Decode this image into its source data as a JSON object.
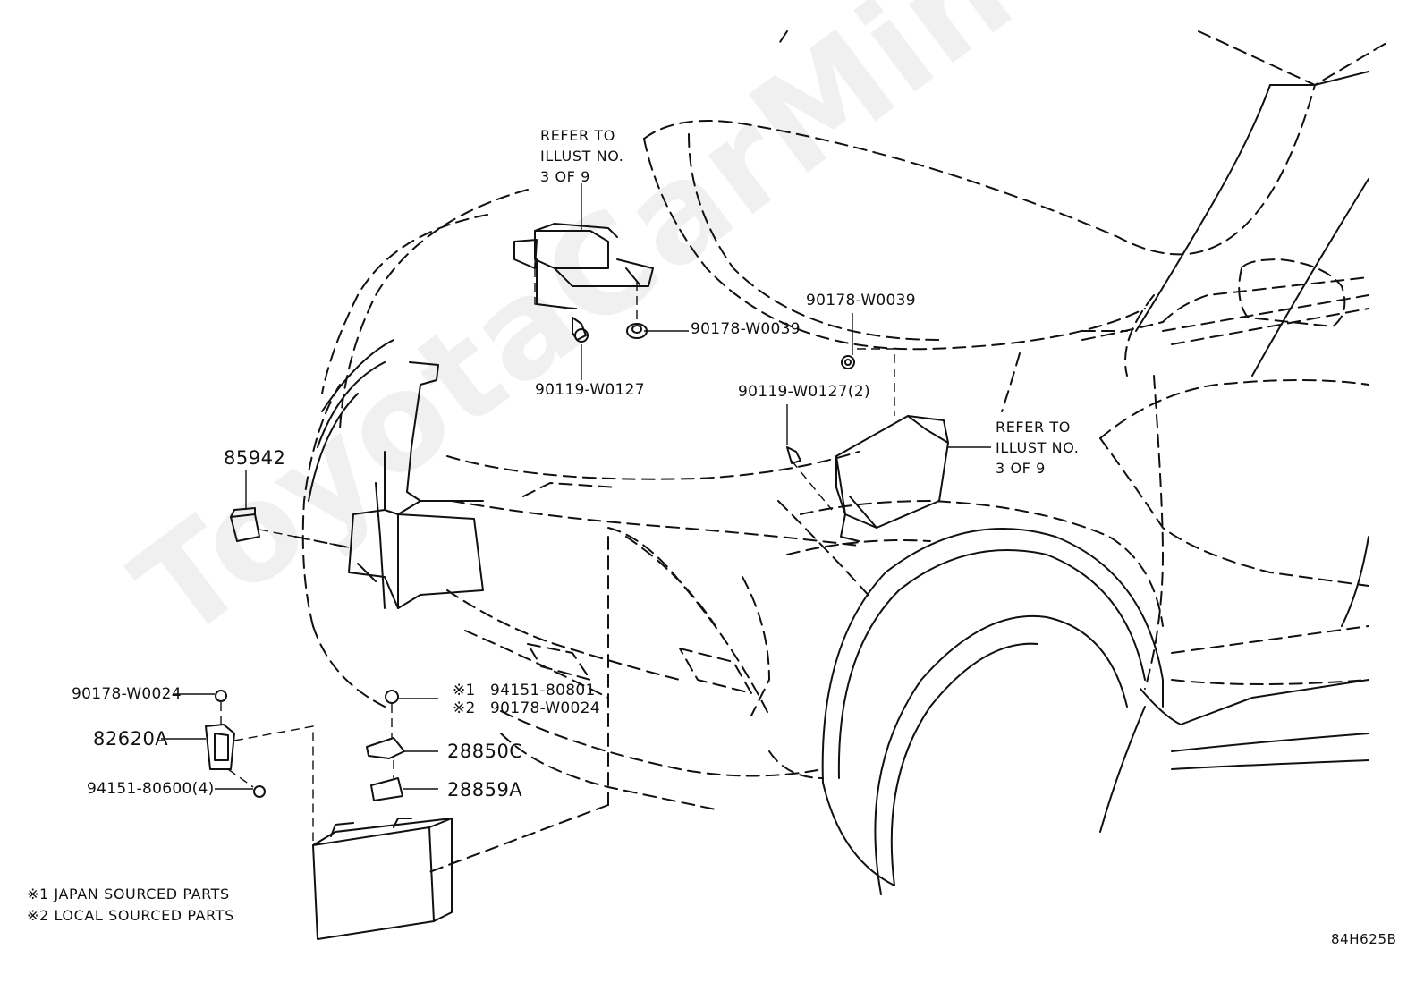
{
  "diagram": {
    "ref_note_top": [
      "REFER TO",
      "ILLUST NO.",
      "3 OF 9"
    ],
    "ref_note_right": [
      "REFER TO",
      "ILLUST NO.",
      "3 OF 9"
    ],
    "parts": {
      "p_90178_W0039_top": "90178-W0039",
      "p_90119_W0127": "90119-W0127",
      "p_90178_W0039_right": "90178-W0039",
      "p_90119_W0127_2": "90119-W0127(2)",
      "p_85942": "85942",
      "p_90178_W0024": "90178-W0024",
      "p_82620A": "82620A",
      "p_94151_80600_4": "94151-80600(4)",
      "p_94151_80801": "94151-80801",
      "p_90178_W0024_b": "90178-W0024",
      "p_28850C": "28850C",
      "p_28859A": "28859A"
    },
    "marks": {
      "m1": "※1",
      "m2": "※2"
    },
    "legend": [
      "※1 JAPAN SOURCED PARTS",
      "※2 LOCAL SOURCED PARTS"
    ],
    "diagram_id": "84H625B",
    "watermark": "ToyotaCarMine.ru"
  }
}
